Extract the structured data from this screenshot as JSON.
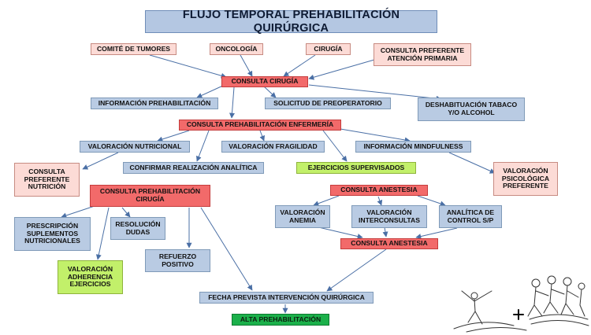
{
  "title": "FLUJO TEMPORAL PREHABILITACIÓN QUIRÚRGICA",
  "nodes": {
    "comite": "COMITÉ DE TUMORES",
    "oncologia": "ONCOLOGÍA",
    "cirugia": "CIRUGÍA",
    "consulta_atencion_primaria": "CONSULTA PREFERENTE\nATENCIÓN PRIMARIA",
    "consulta_cirugia": "CONSULTA CIRUGÍA",
    "informacion_prehab": "INFORMACIÓN PREHABILITACIÓN",
    "solicitud_preop": "SOLICITUD DE PREOPERATORIO",
    "deshabituacion": "DESHABITUACIÓN TABACO\nY/O ALCOHOL",
    "consulta_enfermeria": "CONSULTA PREHABILITACIÓN ENFERMERÍA",
    "val_nutricional": "VALORACIÓN NUTRICIONAL",
    "val_fragilidad": "VALORACIÓN FRAGILIDAD",
    "info_mindfulness": "INFORMACIÓN MINDFULNESS",
    "consulta_nutricion": "CONSULTA\nPREFERENTE\nNUTRICIÓN",
    "confirmar_analitica": "CONFIRMAR REALIZACIÓN ANALÍTICA",
    "ejercicios_supervisados": "EJERCICIOS SUPERVISADOS",
    "val_psicologica": "VALORACIÓN\nPSICOLÓGICA\nPREFERENTE",
    "consulta_prehab_cirugia": "CONSULTA PREHABILITACIÓN\nCIRUGÍA",
    "consulta_anestesia_1": "CONSULTA ANESTESIA",
    "prescripcion": "PRESCRIPCIÓN\nSUPLEMENTOS\nNUTRICIONALES",
    "resolucion": "RESOLUCIÓN\nDUDAS",
    "val_anemia": "VALORACIÓN\nANEMIA",
    "val_interconsultas": "VALORACIÓN\nINTERCONSULTAS",
    "analitica_control": "ANALÍTICA DE\nCONTROL S/P",
    "consulta_anestesia_2": "CONSULTA ANESTESIA",
    "refuerzo": "REFUERZO\nPOSITIVO",
    "val_adherencia": "VALORACIÓN\nADHERENCIA\nEJERCICIOS",
    "fecha_intervencion": "FECHA PREVISTA INTERVENCIÓN QUIRÚRGICA",
    "alta": "ALTA PREHABILITACIÓN"
  },
  "colors": {
    "pink": "#fcdbd6",
    "blue": "#b9cbe3",
    "red": "#f26a6a",
    "lime": "#c2f06a",
    "green": "#1bb04a",
    "arrow": "#4a6fa5"
  },
  "decoration": "cartoon-figures-illustration"
}
